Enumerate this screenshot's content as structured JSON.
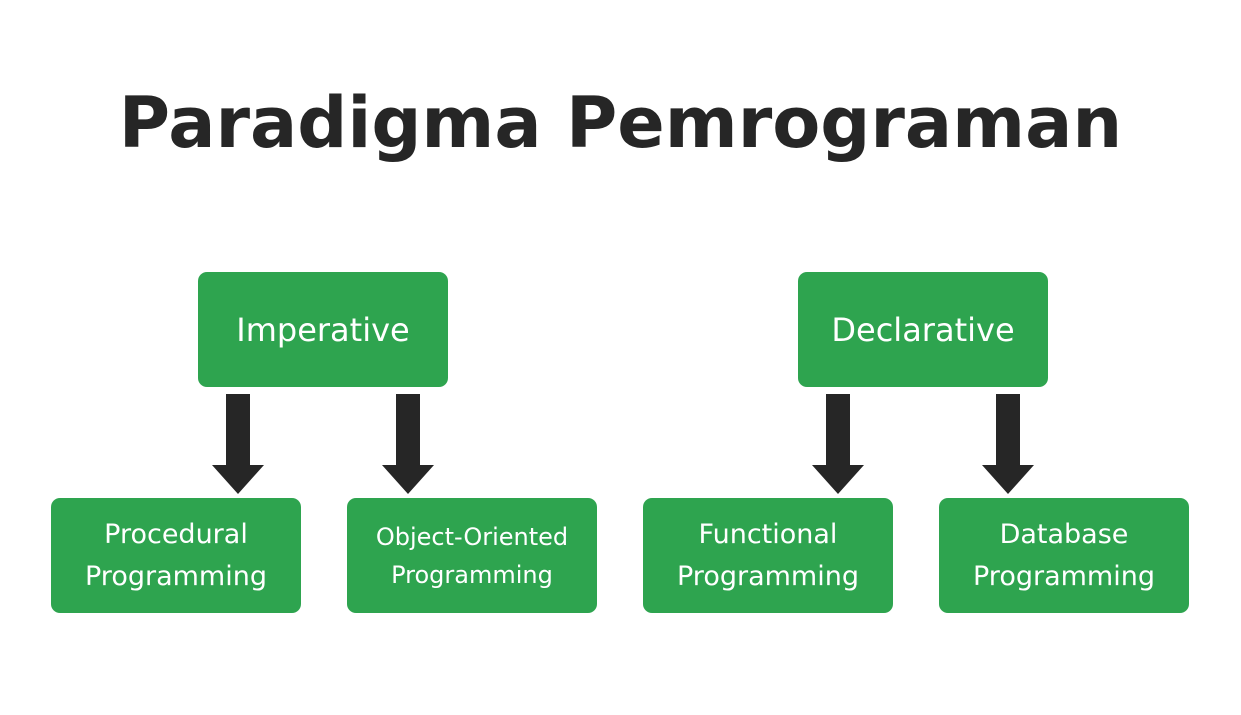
{
  "title": "Paradigma Pemrograman",
  "colors": {
    "box_fill": "#2ea44f",
    "box_text": "#ffffff",
    "arrow": "#262626",
    "title": "#262626"
  },
  "paradigms": [
    {
      "label": "Imperative",
      "children": [
        {
          "label": "Procedural\nProgramming"
        },
        {
          "label": "Object-Oriented\nProgramming"
        }
      ]
    },
    {
      "label": "Declarative",
      "children": [
        {
          "label": "Functional\nProgramming"
        },
        {
          "label": "Database\nProgramming"
        }
      ]
    }
  ]
}
